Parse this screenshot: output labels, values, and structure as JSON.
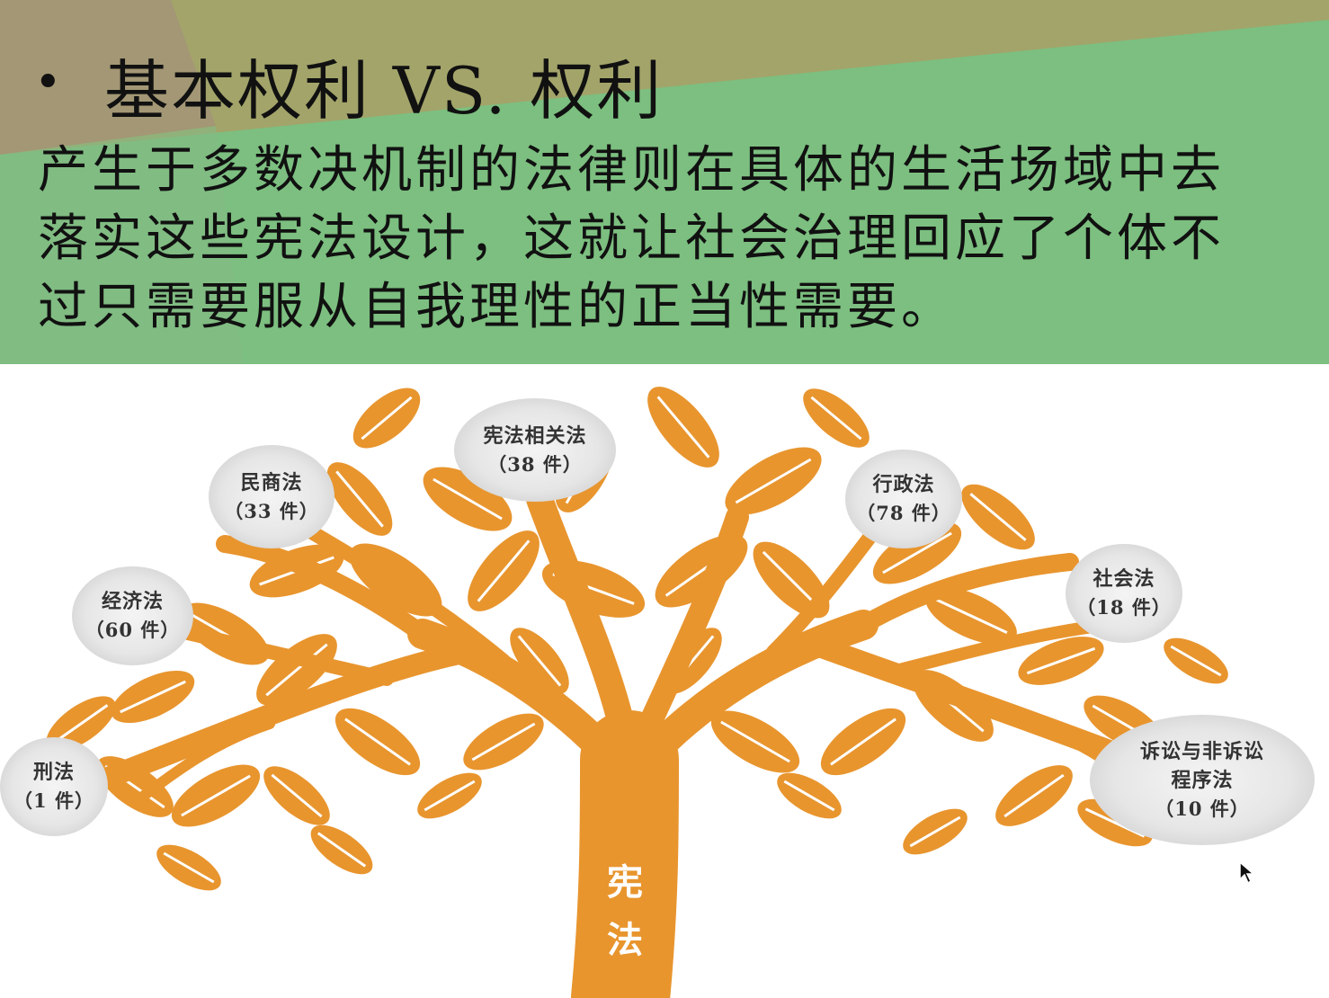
{
  "slide": {
    "bullet": "•",
    "title": "基本权利 VS. 权利",
    "body_lines": [
      "产生于多数决机制的法律则在具体的生活场域中去",
      "落实这些宪法设计，这就让社会治理回应了个体不",
      "过只需要服从自我理性的正当性需要。"
    ]
  },
  "tree": {
    "root_label_chars": [
      "宪",
      "法"
    ],
    "branches": [
      {
        "name": "宪法相关法",
        "count": "（38 件）"
      },
      {
        "name": "民商法",
        "count": "（33 件）"
      },
      {
        "name": "行政法",
        "count": "（78 件）"
      },
      {
        "name": "经济法",
        "count": "（60 件）"
      },
      {
        "name": "社会法",
        "count": "（18 件）"
      },
      {
        "name": "刑法",
        "count": "（1 件）"
      },
      {
        "name": "诉讼与非诉讼",
        "name2": "程序法",
        "count": "（10 件）"
      }
    ]
  },
  "colors": {
    "header_olive": "#a3a46a",
    "header_tan": "#a39775",
    "header_green": "#7cbf80",
    "tree_orange": "#e8952e",
    "node_gray": "#e2e2e2"
  }
}
